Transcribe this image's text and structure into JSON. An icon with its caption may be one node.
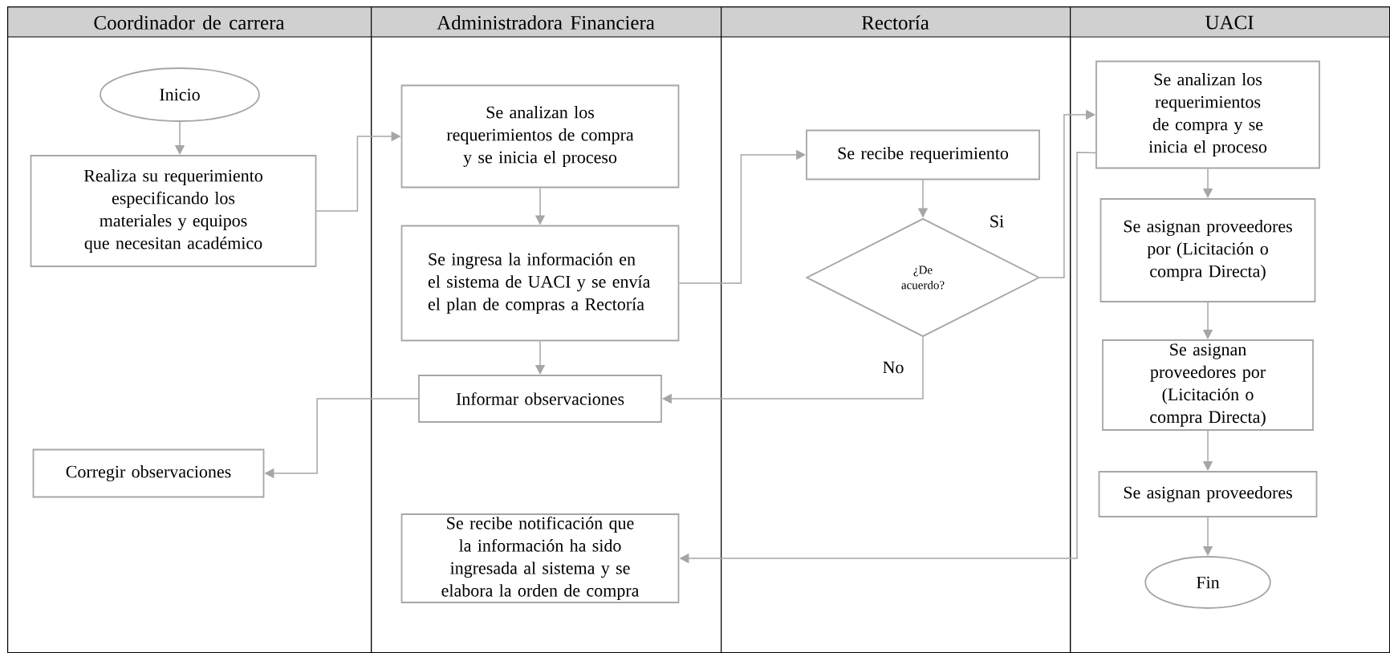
{
  "diagram": {
    "nodes": [
      {
        "text": [
          "Coordinador de carrera"
        ]
      },
      {
        "text": [
          "Administradora Financiera"
        ]
      },
      {
        "text": [
          "Rectoría"
        ]
      },
      {
        "text": [
          "UACI"
        ]
      },
      {
        "text": [
          "Inicio"
        ],
        "in": 0
      },
      {
        "text": [
          "Realiza su requerimiento especificando los materiales y equipos que necesitan académico"
        ],
        "in": 0
      },
      {
        "text": [
          "Se analizan los requerimientos de compra y se inicia el proceso"
        ],
        "in": 1
      },
      {
        "text": [
          "Se ingresa la información en el sistema de UACI y se envía el plan de compras a Rectoría"
        ],
        "in": 1
      },
      {
        "text": [
          "Informar observaciones"
        ],
        "in": 1
      },
      {
        "text": [
          "Corregir observaciones"
        ],
        "in": 0
      },
      {
        "text": [
          "Se recibe notificación que la información ha sido ingresada al sistema y se elabora la orden de compra"
        ],
        "in": 1
      },
      {
        "text": [
          "Se recibe requerimiento"
        ],
        "in": 2
      },
      {
        "text": [
          "¿De acuerdo?"
        ],
        "in": 2
      },
      {
        "text": [
          "Se analizan los requerimientos de compra y se inicia el proceso"
        ],
        "in": 3
      },
      {
        "text": [
          "Se asignan proveedores por (Licitación o compra Directa)"
        ],
        "in": 3
      },
      {
        "text": [
          "Se asignan proveedores por (Licitación o compra Directa)"
        ],
        "in": 3
      },
      {
        "text": [
          "Se asignan proveedores"
        ],
        "in": 3
      },
      {
        "text": [
          "Fin"
        ],
        "in": 3
      }
    ],
    "edges": [
      {
        "from": 4,
        "to": 5,
        "arrow": "to"
      },
      {
        "from": 5,
        "to": 6,
        "arrow": "to"
      },
      {
        "from": 6,
        "to": 7,
        "arrow": "to"
      },
      {
        "from": 7,
        "to": 11,
        "arrow": "to"
      },
      {
        "from": 11,
        "to": 12,
        "arrow": "to"
      },
      {
        "from": 12,
        "to": 13,
        "arrow": "to",
        "label": "Si"
      },
      {
        "from": 12,
        "to": 8,
        "arrow": "to",
        "label": "No"
      },
      {
        "from": 7,
        "to": 8,
        "arrow": "to"
      },
      {
        "from": 8,
        "to": 9,
        "arrow": "to"
      },
      {
        "from": 13,
        "to": 10,
        "arrow": "to"
      },
      {
        "from": 13,
        "to": 14,
        "arrow": "to"
      },
      {
        "from": 14,
        "to": 15,
        "arrow": "to"
      },
      {
        "from": 15,
        "to": 16,
        "arrow": "to"
      },
      {
        "from": 16,
        "to": 17,
        "arrow": "to"
      }
    ]
  }
}
